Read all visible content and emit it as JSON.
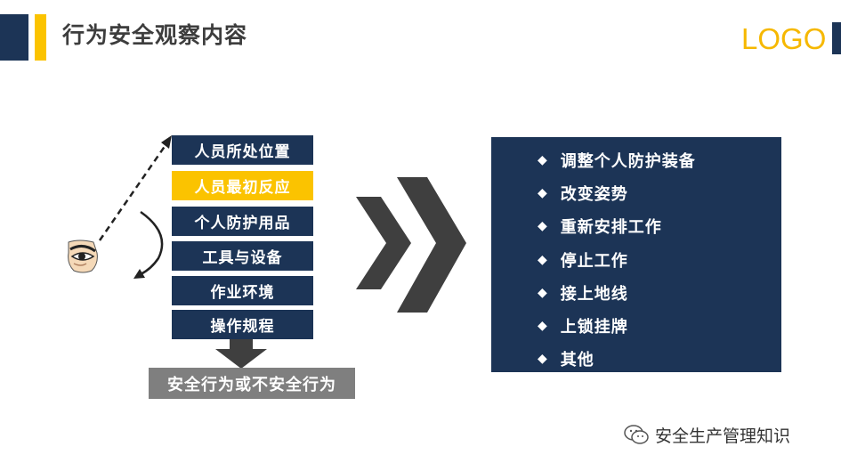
{
  "header": {
    "title": "行为安全观察内容",
    "logo": "LOGO"
  },
  "observation_items": [
    {
      "label": "人员所处位置",
      "highlighted": false
    },
    {
      "label": "人员最初反应",
      "highlighted": true
    },
    {
      "label": "个人防护用品",
      "highlighted": false
    },
    {
      "label": "工具与设备",
      "highlighted": false
    },
    {
      "label": "作业环境",
      "highlighted": false
    },
    {
      "label": "操作规程",
      "highlighted": false
    }
  ],
  "result_label": "安全行为或不安全行为",
  "actions": [
    "调整个人防护装备",
    "改变姿势",
    "重新安排工作",
    "停止工作",
    "接上地线",
    "上锁挂牌",
    "其他"
  ],
  "bullet_symbol": "◆",
  "watermark": "安全生产管理知识",
  "icons": {
    "observer": "eye-icon",
    "chevrons": "double-chevron-right-icon",
    "watermark": "wechat-icon"
  },
  "colors": {
    "navy": "#1c3456",
    "yellow": "#fbc300",
    "gray": "#7f7f7f",
    "dark_gray": "#3f3f3f"
  }
}
